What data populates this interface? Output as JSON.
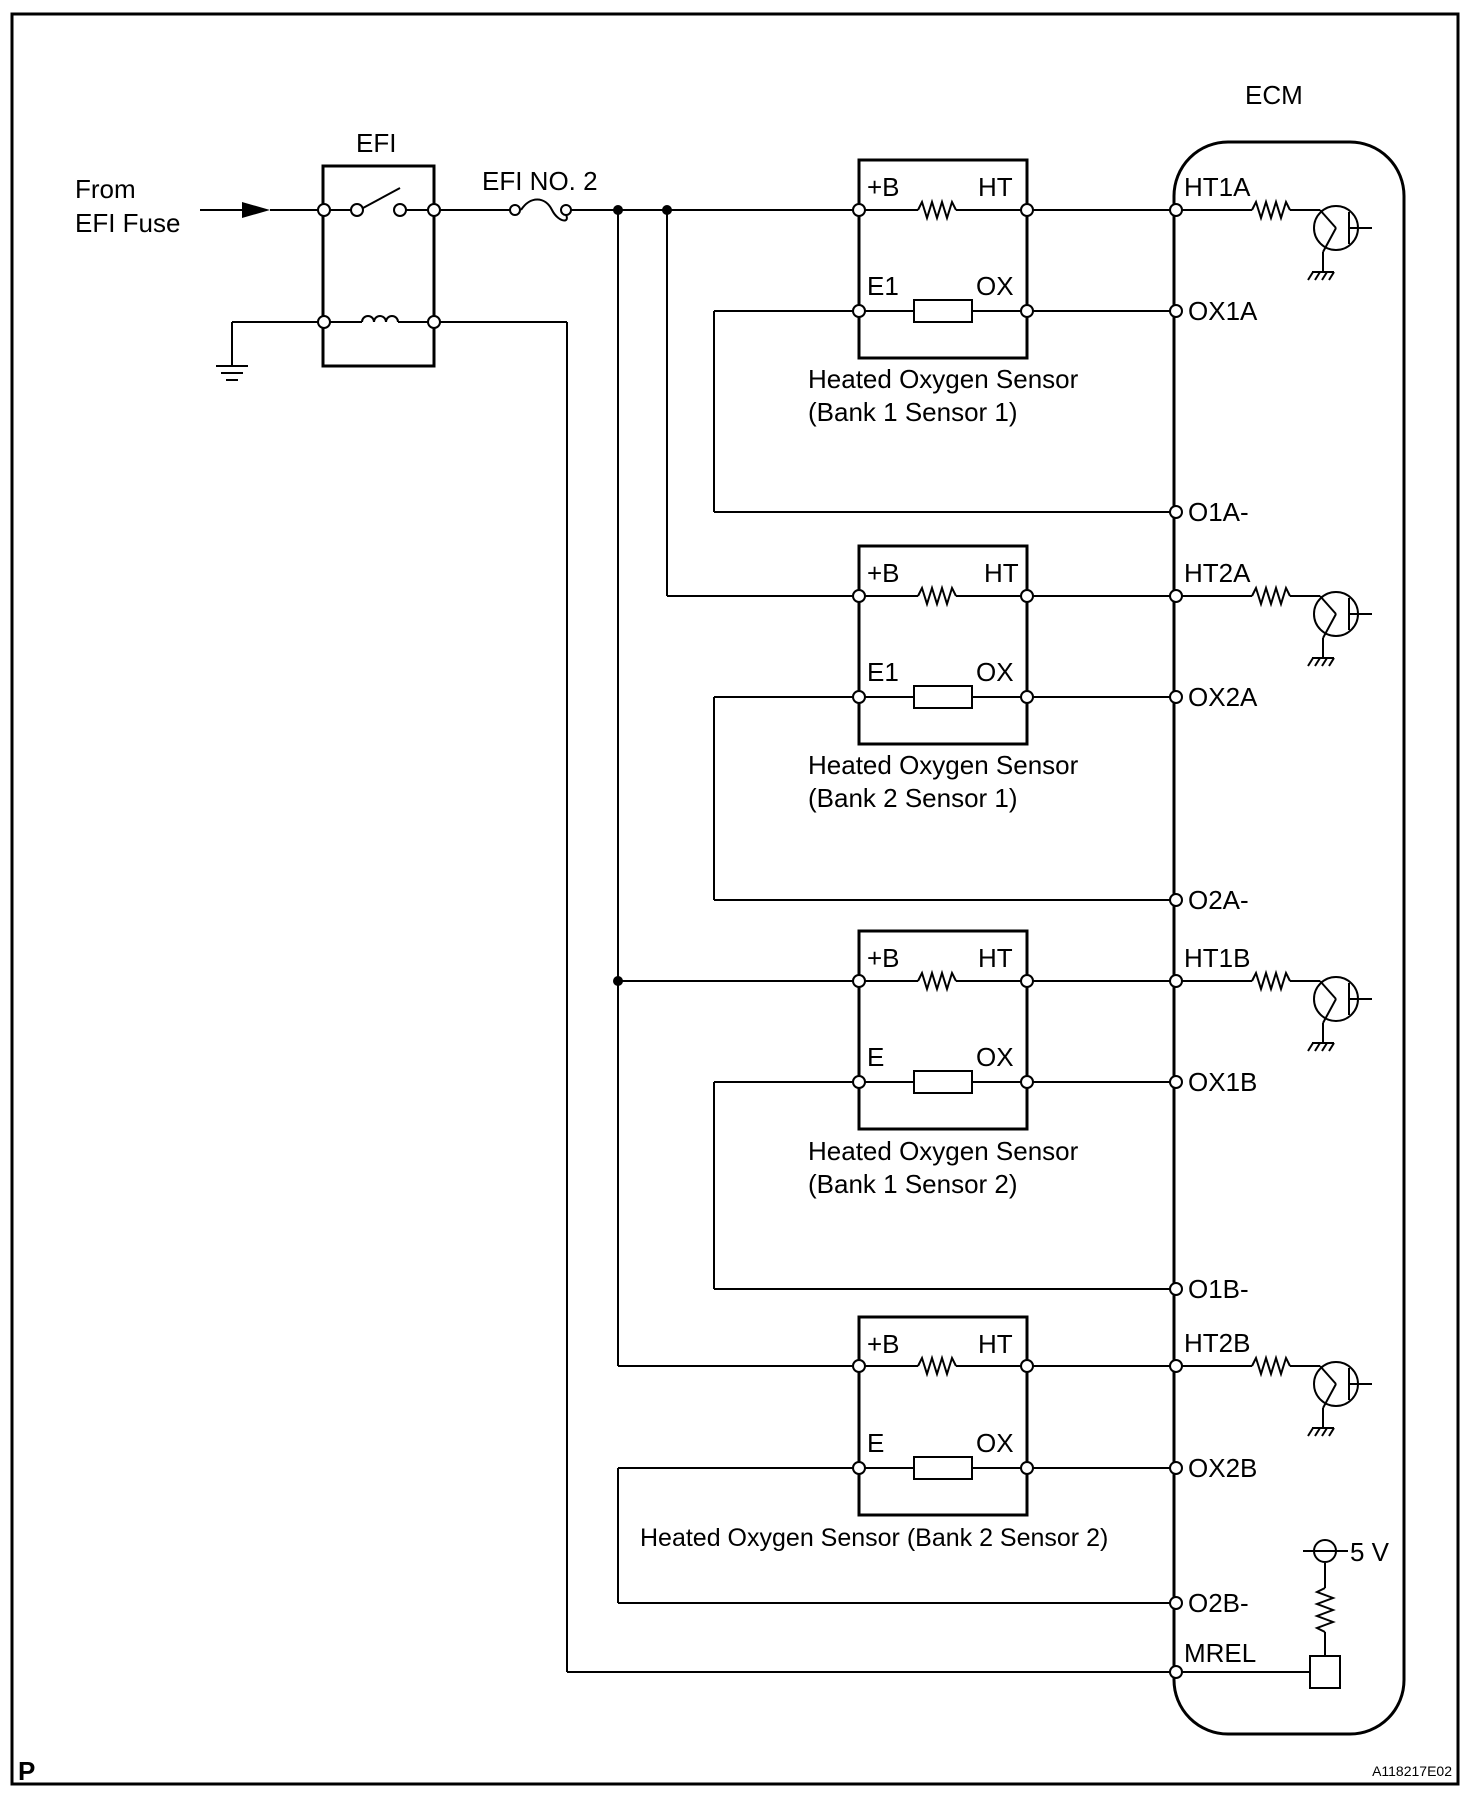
{
  "source": {
    "label_line1": "From",
    "label_line2": "EFI Fuse"
  },
  "relay": {
    "label": "EFI"
  },
  "fuse": {
    "label": "EFI NO. 2"
  },
  "ecm": {
    "label": "ECM",
    "terminals": {
      "ht1a": "HT1A",
      "ox1a": "OX1A",
      "o1a": "O1A-",
      "ht2a": "HT2A",
      "ox2a": "OX2A",
      "o2a": "O2A-",
      "ht1b": "HT1B",
      "ox1b": "OX1B",
      "o1b": "O1B-",
      "ht2b": "HT2B",
      "ox2b": "OX2B",
      "o2b": "O2B-",
      "mrel": "MREL"
    },
    "supply": "5 V"
  },
  "sensors": [
    {
      "pin_b": "+B",
      "pin_ht": "HT",
      "pin_e": "E1",
      "pin_ox": "OX",
      "name": "Heated Oxygen Sensor",
      "position": "(Bank 1 Sensor 1)"
    },
    {
      "pin_b": "+B",
      "pin_ht": "HT",
      "pin_e": "E1",
      "pin_ox": "OX",
      "name": "Heated Oxygen Sensor",
      "position": "(Bank 2 Sensor 1)"
    },
    {
      "pin_b": "+B",
      "pin_ht": "HT",
      "pin_e": "E",
      "pin_ox": "OX",
      "name": "Heated Oxygen Sensor",
      "position": "(Bank 1 Sensor 2)"
    },
    {
      "pin_b": "+B",
      "pin_ht": "HT",
      "pin_e": "E",
      "pin_ox": "OX",
      "full_name": "Heated Oxygen Sensor (Bank 2 Sensor 2)"
    }
  ],
  "footer": {
    "code_left": "P",
    "code_right": "A118217E02"
  }
}
